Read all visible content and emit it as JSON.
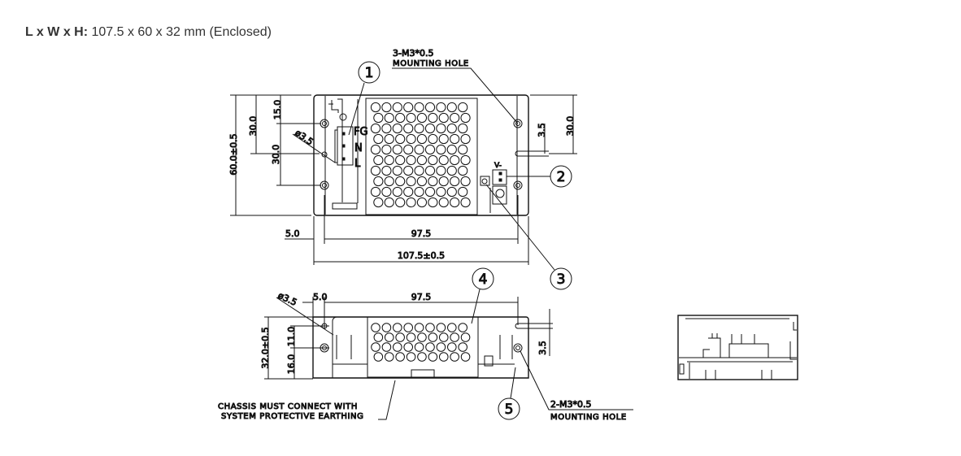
{
  "spec": {
    "label": "L x W x H:",
    "value": "107.5 x 60 x 32 mm (Enclosed)"
  },
  "top_view": {
    "mounting_note": [
      "3-M3*0.5",
      "MOUNTING HOLE"
    ],
    "terminals": [
      "FG",
      "N",
      "L"
    ],
    "output_label": "V-",
    "dims": {
      "height": "60.0±0.5",
      "v30a": "30.0",
      "v15": "15.0",
      "v30b": "30.0",
      "hole": "ø3.5",
      "right30": "30.0",
      "right35": "3.5",
      "left5": "5.0",
      "pitch": "97.5",
      "length": "107.5±0.5"
    }
  },
  "side_view": {
    "mounting_note": [
      "2-M3*0.5",
      "MOUNTING HOLE"
    ],
    "chassis_note": [
      "CHASSIS MUST CONNECT WITH",
      "SYSTEM PROTECTIVE EARTHING"
    ],
    "dims": {
      "hole": "ø3.5",
      "left5": "5.0",
      "pitch": "97.5",
      "height": "32.0±0.5",
      "h16": "16.0",
      "h11": "11.0",
      "right35": "3.5"
    }
  },
  "callouts": [
    "1",
    "2",
    "3",
    "4",
    "5"
  ]
}
